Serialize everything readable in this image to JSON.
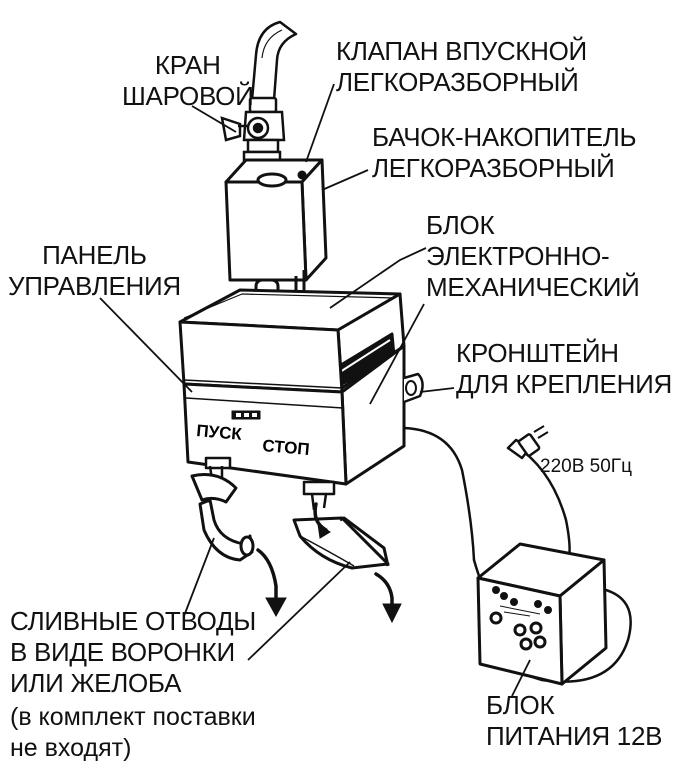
{
  "labels": {
    "valve": [
      "КРАН",
      "ШАРОВОЙ"
    ],
    "inlet": [
      "КЛАПАН ВПУСКНОЙ",
      "ЛЕГКОРАЗБОРНЫЙ"
    ],
    "tank": [
      "БАЧОК-НАКОПИТЕЛЬ",
      "ЛЕГКОРАЗБОРНЫЙ"
    ],
    "block": [
      "БЛОК",
      "ЭЛЕКТРОННО-",
      "МЕХАНИЧЕСКИЙ"
    ],
    "panel": [
      "ПАНЕЛЬ",
      "УПРАВЛЕНИЯ"
    ],
    "bracket": [
      "КРОНШТЕЙН",
      "ДЛЯ КРЕПЛЕНИЯ"
    ],
    "mains": "220В 50Гц",
    "drains": [
      "СЛИВНЫЕ ОТВОДЫ",
      "В ВИДЕ ВОРОНКИ",
      "ИЛИ ЖЕЛОБА"
    ],
    "note": [
      "(в комплект поставки",
      "не входят)"
    ],
    "psu": [
      "БЛОК",
      "ПИТАНИЯ 12В"
    ]
  },
  "panel": {
    "start": "ПУСК",
    "stop": "СТОП"
  },
  "icons": [
    "ball-valve-icon",
    "inlet-pipe-icon",
    "tank-icon",
    "electronic-block-icon",
    "bracket-icon",
    "plug-icon",
    "power-supply-icon",
    "funnel-icon",
    "gutter-icon",
    "flow-arrow-icon"
  ]
}
